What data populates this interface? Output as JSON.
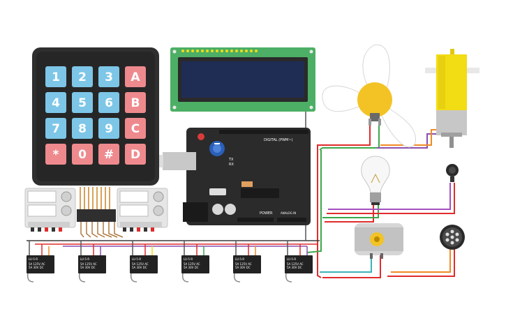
{
  "keypad": {
    "keys": [
      "1",
      "2",
      "3",
      "A",
      "4",
      "5",
      "6",
      "B",
      "7",
      "8",
      "9",
      "C",
      "*",
      "0",
      "#",
      "D"
    ],
    "digit_color": "#7dc6e8",
    "letter_color": "#ee8a8e"
  },
  "arduino": {
    "label_digital": "DIGITAL (PWM~)",
    "label_power": "POWER",
    "label_analog": "ANALOG IN",
    "label_tx": "TX",
    "label_rx": "RX"
  },
  "relays": [
    {
      "model": "LU-5-R",
      "specs": [
        "5A 125V AC",
        "5A 30V DC"
      ]
    },
    {
      "model": "LU-5-R",
      "specs": [
        "5A 125V AC",
        "5A 30V DC"
      ]
    },
    {
      "model": "LU-5-R",
      "specs": [
        "5A 125V AC",
        "5A 30V DC"
      ]
    },
    {
      "model": "LU-5-R",
      "specs": [
        "5A 125V AC",
        "5A 30V DC"
      ]
    },
    {
      "model": "LU-5-R",
      "specs": [
        "5A 125V AC",
        "5A 30V DC"
      ]
    },
    {
      "model": "LU-5-R",
      "specs": [
        "5A 125V AC",
        "5A 30V DC"
      ]
    }
  ],
  "colors": {
    "lcd_board": "#4caf65",
    "lcd_screen": "#1f2d55",
    "arduino_board": "#2b2b2b",
    "wire_red": "#e02b2b",
    "wire_green": "#3aa84a",
    "wire_purple": "#8a4fb0",
    "wire_orange": "#f08a24",
    "wire_brown": "#8b5a2b",
    "wire_teal": "#3cb3b5",
    "motor_yellow": "#f2dc14",
    "fan_hub": "#f3c326"
  }
}
